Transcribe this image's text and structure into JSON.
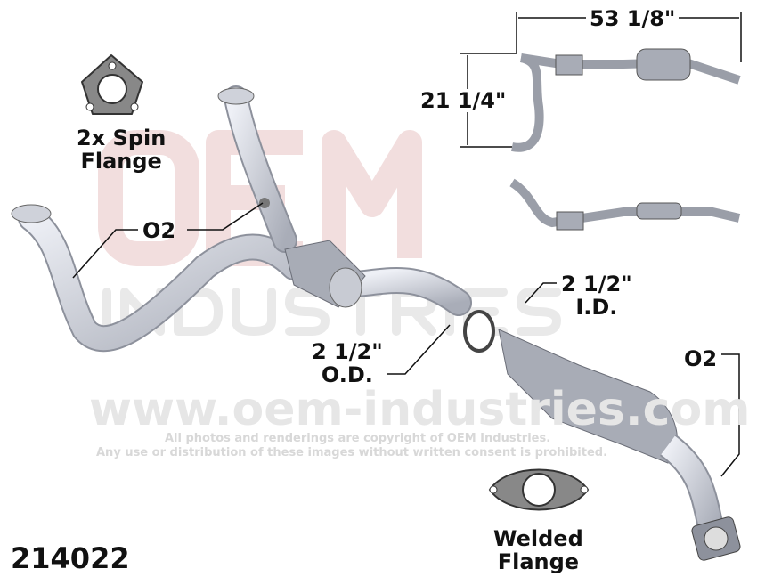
{
  "part_number": "214022",
  "labels": {
    "spin_flange": "2x Spin\nFlange",
    "spin_flange_line1": "2x Spin",
    "spin_flange_line2": "Flange",
    "o2_left": "O2",
    "o2_right": "O2",
    "od_line1": "2 1/2\"",
    "od_line2": "O.D.",
    "id_line1": "2 1/2\"",
    "id_line2": "I.D.",
    "welded_line1": "Welded",
    "welded_line2": "Flange",
    "dim_length": "53 1/8\"",
    "dim_height": "21 1/4\""
  },
  "watermark": {
    "logo": "OEM",
    "sub": "INDUSTRIES",
    "url": "www.oem-industries.com",
    "copyright_line1": "All photos and renderings are copyright of OEM Industries.",
    "copyright_line2": "Any use or distribution of these images without written consent is prohibited."
  }
}
